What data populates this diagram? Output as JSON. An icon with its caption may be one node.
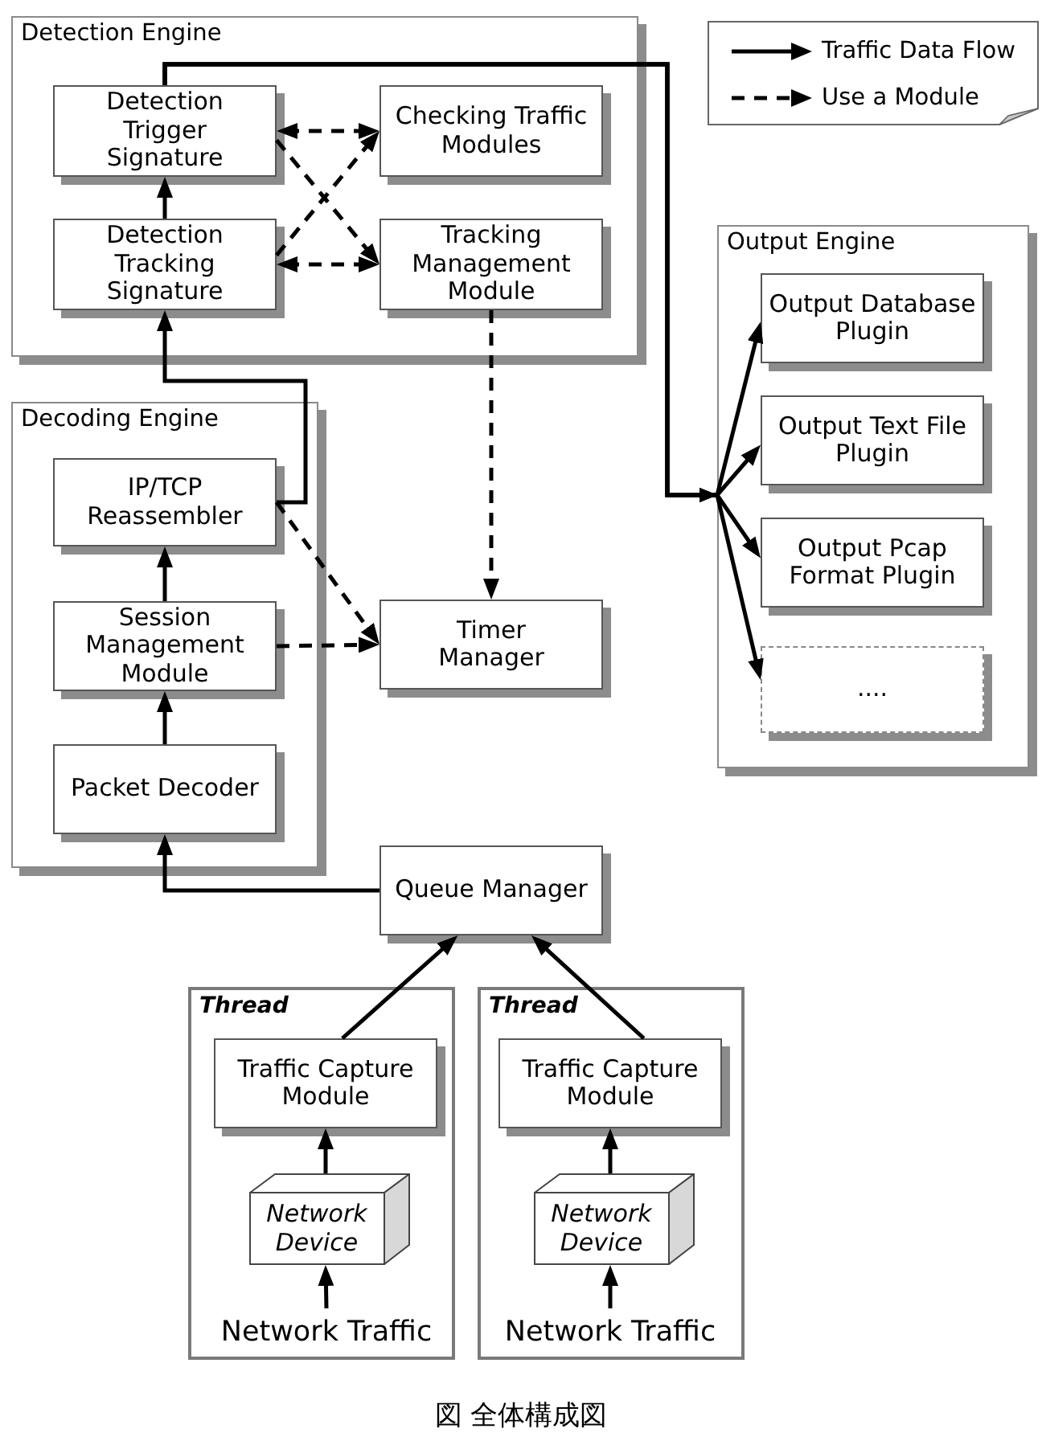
{
  "diagram": {
    "caption": "図 全体構成図",
    "nodes": [
      {
        "text": [
          "Detection Engine"
        ]
      },
      {
        "text": [
          "Detection Trigger Signature"
        ],
        "in": 0
      },
      {
        "text": [
          "Checking Traffic Modules"
        ],
        "in": 0
      },
      {
        "text": [
          "Detection Tracking Signature"
        ],
        "in": 0
      },
      {
        "text": [
          "Tracking Management Module"
        ],
        "in": 0
      },
      {
        "text": [
          "Output Engine"
        ]
      },
      {
        "text": [
          "Output Database Plugin"
        ],
        "in": 5
      },
      {
        "text": [
          "Output Text File Plugin"
        ],
        "in": 5
      },
      {
        "text": [
          "Output Pcap Format Plugin"
        ],
        "in": 5
      },
      {
        "text": [
          "...."
        ],
        "in": 5
      },
      {
        "text": [
          "Decoding Engine"
        ]
      },
      {
        "text": [
          "IP/TCP Reassembler"
        ],
        "in": 10
      },
      {
        "text": [
          "Session Management Module"
        ],
        "in": 10
      },
      {
        "text": [
          "Packet Decoder"
        ],
        "in": 10
      },
      {
        "text": [
          "Timer Manager"
        ]
      },
      {
        "text": [
          "Queue Manager"
        ]
      },
      {
        "text": [
          "Thread"
        ]
      },
      {
        "text": [
          "Traffic Capture Module"
        ],
        "in": 16
      },
      {
        "text": [
          "Network Device"
        ],
        "in": 16
      },
      {
        "text": [
          "Network Traffic"
        ],
        "in": 16
      },
      {
        "text": [
          "Thread"
        ]
      },
      {
        "text": [
          "Traffic Capture Module"
        ],
        "in": 20
      },
      {
        "text": [
          "Network Device"
        ],
        "in": 20
      },
      {
        "text": [
          "Network Traffic"
        ],
        "in": 20
      }
    ],
    "edges": [
      {
        "from": 3,
        "to": 1,
        "arrow": "to"
      },
      {
        "from": 1,
        "to": 6,
        "arrow": "to"
      },
      {
        "from": 1,
        "to": 7,
        "arrow": "to"
      },
      {
        "from": 1,
        "to": 8,
        "arrow": "to"
      },
      {
        "from": 1,
        "to": 9,
        "arrow": "to"
      },
      {
        "from": 1,
        "to": 2,
        "arrow": "both",
        "style": "dashed"
      },
      {
        "from": 1,
        "to": 4,
        "arrow": "to",
        "style": "dashed"
      },
      {
        "from": 3,
        "to": 2,
        "arrow": "to",
        "style": "dashed"
      },
      {
        "from": 3,
        "to": 4,
        "arrow": "both",
        "style": "dashed"
      },
      {
        "from": 4,
        "to": 14,
        "arrow": "to",
        "style": "dashed"
      },
      {
        "from": 11,
        "to": 14,
        "arrow": "to",
        "style": "dashed"
      },
      {
        "from": 12,
        "to": 14,
        "arrow": "to",
        "style": "dashed"
      },
      {
        "from": 11,
        "to": 3,
        "arrow": "to"
      },
      {
        "from": 12,
        "to": 11,
        "arrow": "to"
      },
      {
        "from": 13,
        "to": 12,
        "arrow": "to"
      },
      {
        "from": 15,
        "to": 13,
        "arrow": "to"
      },
      {
        "from": 17,
        "to": 15,
        "arrow": "to"
      },
      {
        "from": 21,
        "to": 15,
        "arrow": "to"
      },
      {
        "from": 18,
        "to": 17,
        "arrow": "to"
      },
      {
        "from": 19,
        "to": 18,
        "arrow": "to"
      },
      {
        "from": 22,
        "to": 21,
        "arrow": "to"
      },
      {
        "from": 23,
        "to": 22,
        "arrow": "to"
      }
    ],
    "legend": [
      {
        "text": "Traffic Data Flow"
      },
      {
        "text": "Use a Module"
      }
    ]
  }
}
